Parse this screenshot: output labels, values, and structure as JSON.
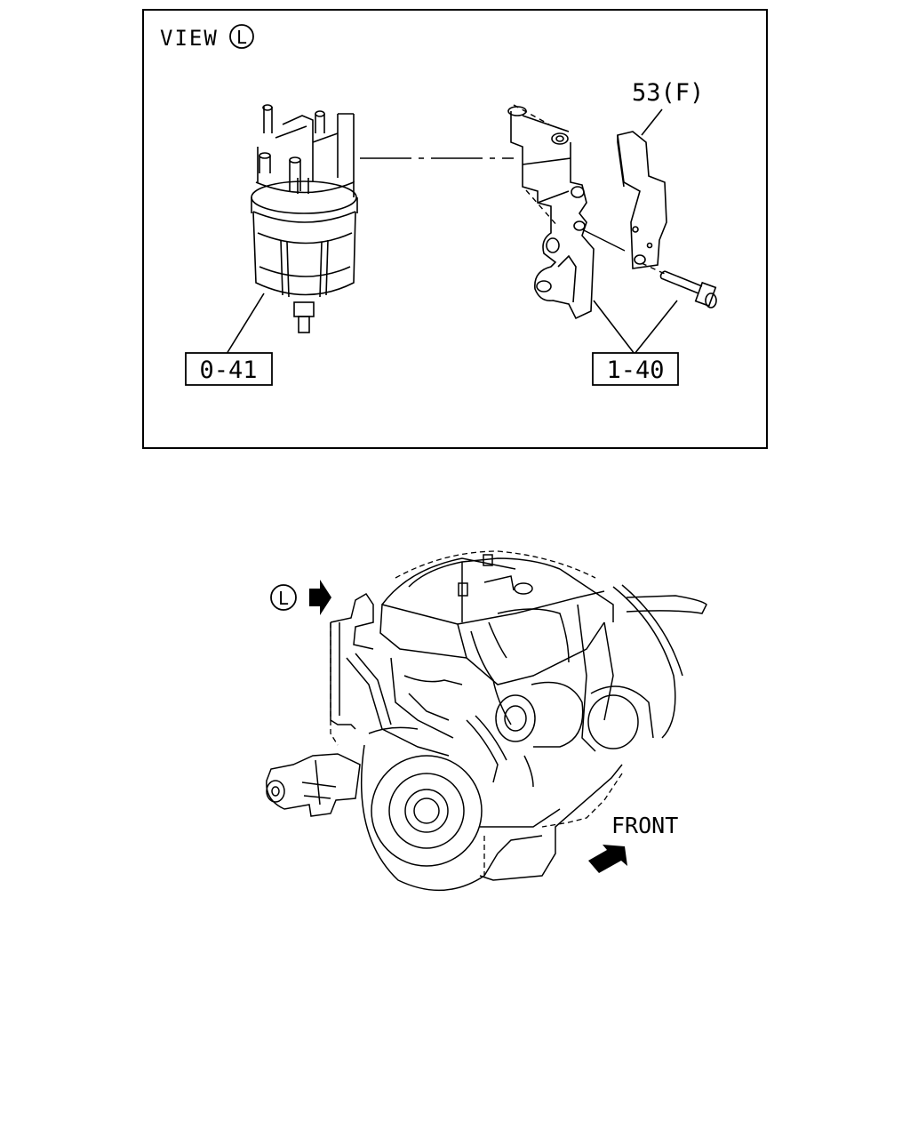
{
  "view_panel": {
    "title_word": "VIEW",
    "view_letter": "L",
    "callouts": {
      "bracket_part": "53(F)",
      "filter_ref": "0-41",
      "bracket_ref": "1-40"
    }
  },
  "engine_view": {
    "view_marker_letter": "L",
    "front_label": "FRONT"
  }
}
